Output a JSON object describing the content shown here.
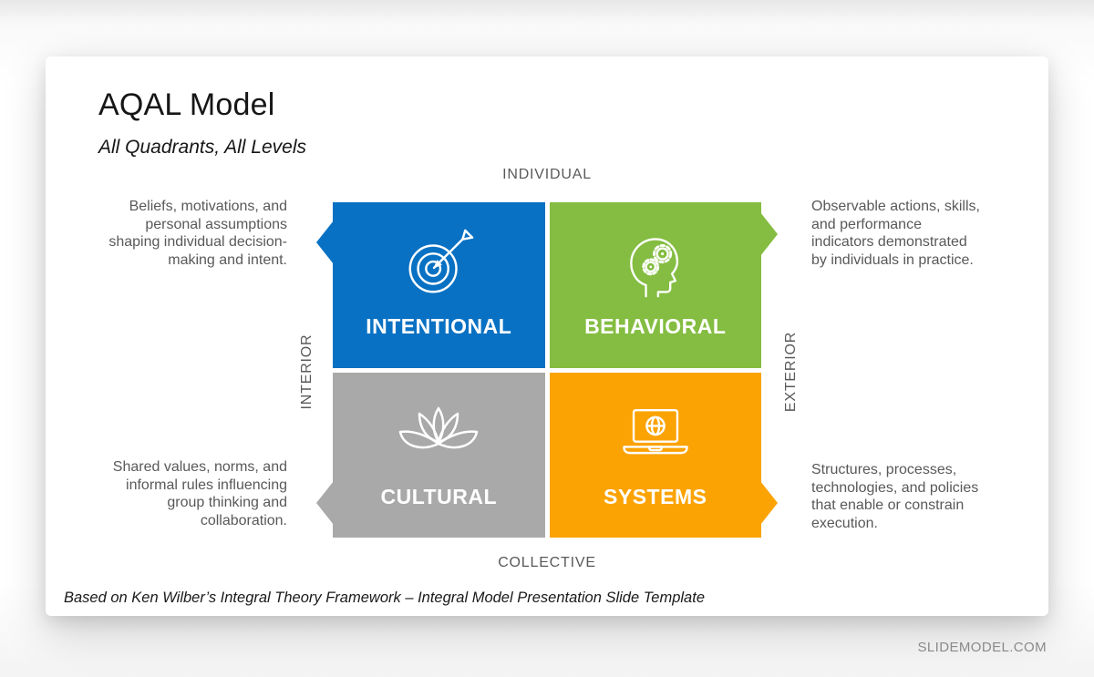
{
  "slide": {
    "title": "AQAL Model",
    "subtitle": "All Quadrants, All Levels",
    "footer": "Based on Ken Wilber’s Integral Theory Framework – Integral Model Presentation Slide Template",
    "watermark": "SLIDEMODEL.COM"
  },
  "axes": {
    "top": "INDIVIDUAL",
    "bottom": "COLLECTIVE",
    "left": "INTERIOR",
    "right": "EXTERIOR"
  },
  "quadrants": [
    {
      "label": "INTENTIONAL",
      "icon": "target-arrow-icon",
      "color": "#0971c3",
      "description": "Beliefs, motivations, and\npersonal assumptions\nshaping individual decision-\nmaking and intent."
    },
    {
      "label": "BEHAVIORAL",
      "icon": "head-gears-icon",
      "color": "#84bd41",
      "description": "Observable actions, skills,\nand performance\nindicators demonstrated\nby individuals in practice."
    },
    {
      "label": "CULTURAL",
      "icon": "lotus-icon",
      "color": "#a9a9a9",
      "description": "Shared values, norms, and\ninformal rules influencing\ngroup thinking and\ncollaboration."
    },
    {
      "label": "SYSTEMS",
      "icon": "laptop-globe-icon",
      "color": "#fba303",
      "description": "Structures, processes,\ntechnologies, and policies\nthat enable or constrain\nexecution."
    }
  ],
  "text_colors": {
    "body_gray": "#595959",
    "title_dark": "#161616",
    "watermark_gray": "#8a8a8a"
  }
}
